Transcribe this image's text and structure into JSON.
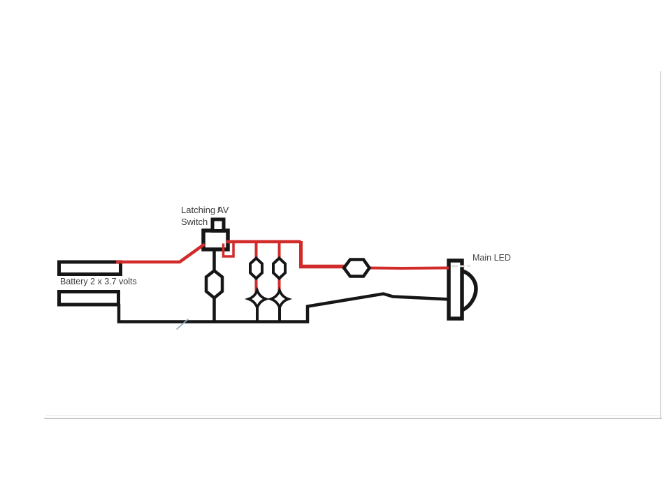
{
  "colors": {
    "wire_red": "#d22b2b",
    "wire_black": "#161616",
    "label_text": "#3b3b3b",
    "annotation_blue": "#8fafc2",
    "erased_remnant": "#dedede",
    "canvas_edge": "#c9c9c9",
    "background": "#ffffff"
  },
  "labels": {
    "switch_line1": "Latching AV",
    "switch_line2": "Switch",
    "battery": "Battery 2 x 3.7 volts",
    "main_led": "Main LED"
  }
}
